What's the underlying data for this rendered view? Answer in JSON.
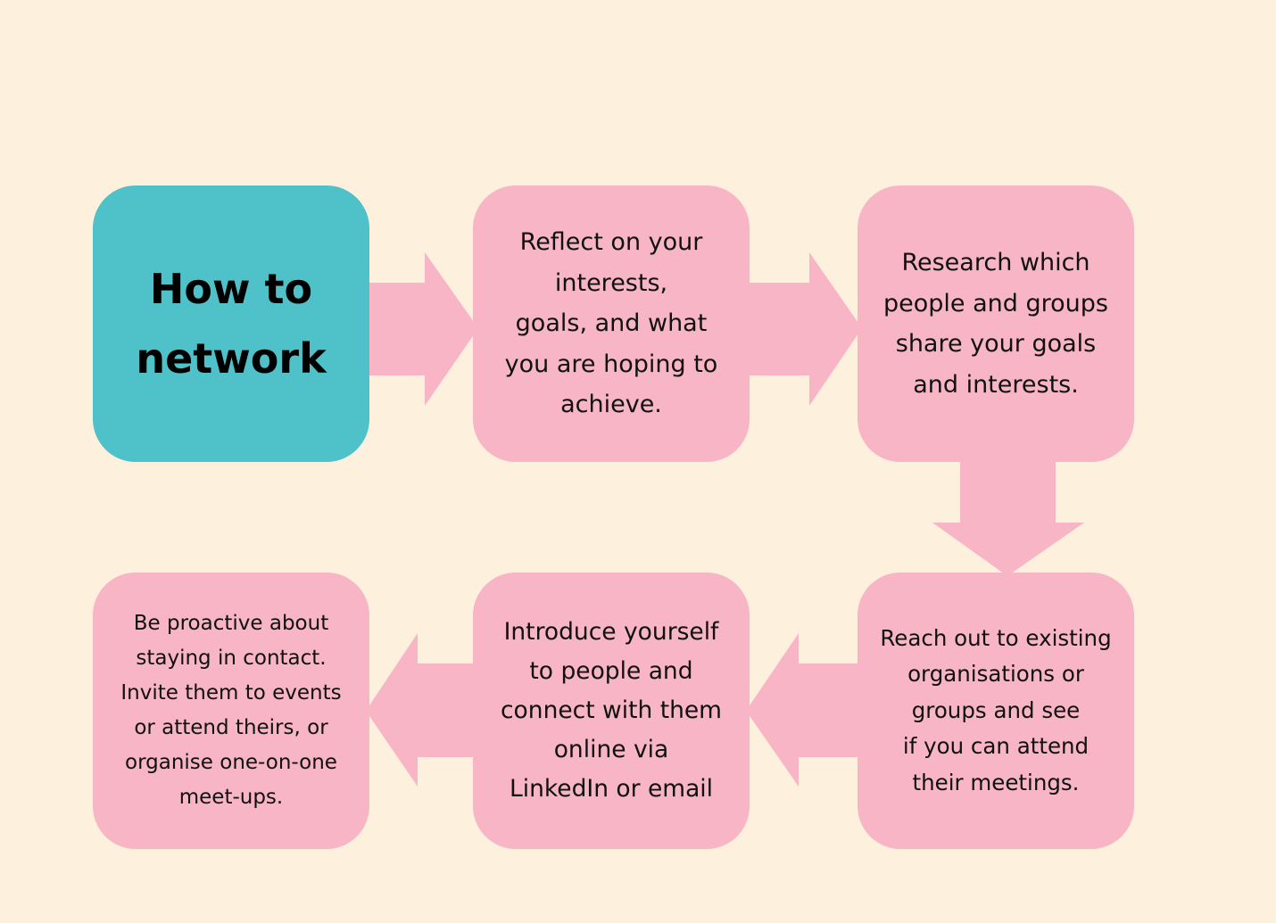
{
  "title": "How to\nnetwork",
  "steps": [
    "Reflect on your\ninterests,\ngoals, and what\nyou are hoping to\nachieve.",
    "Research which\npeople and groups\nshare your goals\nand interests.",
    "Reach out to existing\norganisations or\ngroups and see\nif you can attend\ntheir meetings.",
    "Introduce yourself\nto people and\nconnect with them\nonline via\nLinkedIn or email",
    "Be proactive about\nstaying in contact.\nInvite them to events\nor attend theirs, or\norganise one-on-one\nmeet-ups."
  ],
  "colors": {
    "background": "#fdf0dd",
    "title_box": "#4fc2c9",
    "step_box": "#f7b5c6",
    "arrow": "#f7b5c6",
    "text": "#111111"
  }
}
